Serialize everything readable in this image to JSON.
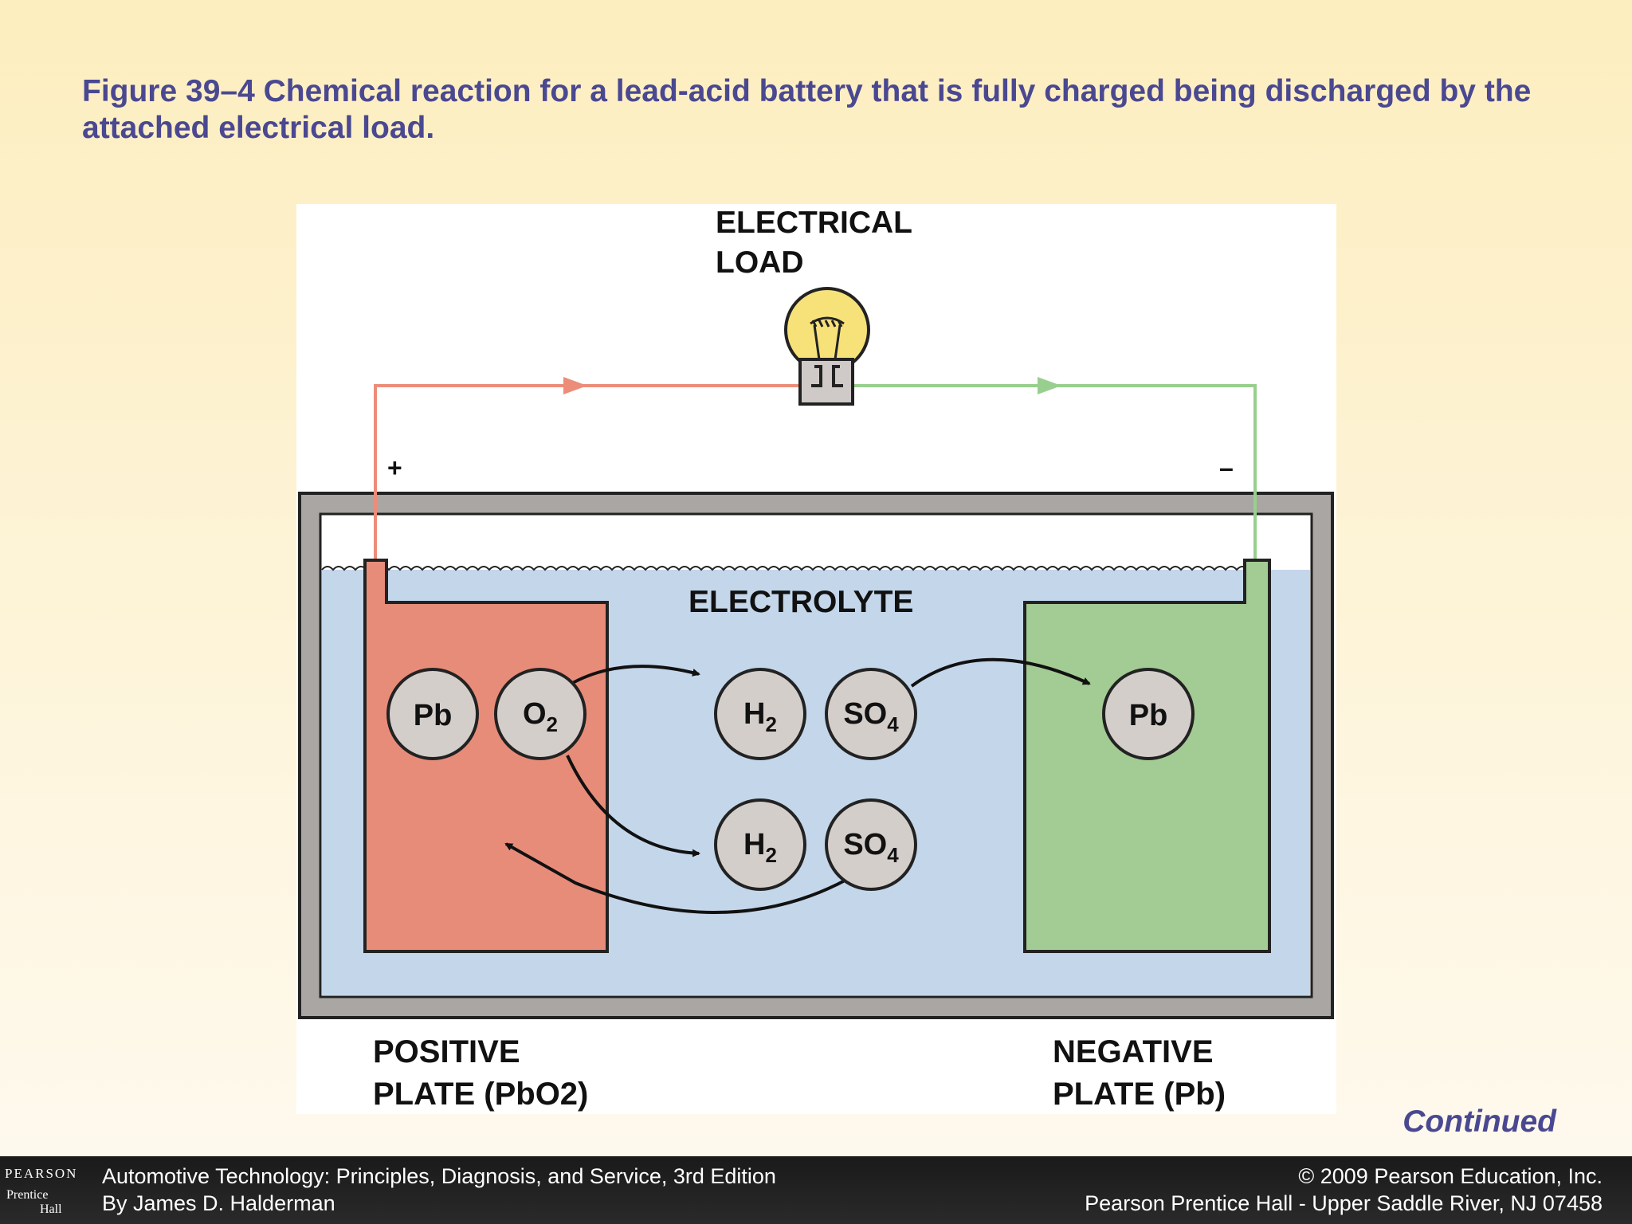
{
  "caption": "Figure 39–4  Chemical reaction for a lead-acid battery that is fully charged being discharged by the attached electrical load.",
  "diagram": {
    "load_label_line1": "ELECTRICAL",
    "load_label_line2": "LOAD",
    "plus_sign": "+",
    "minus_sign": "–",
    "electrolyte_label": "ELECTROLYTE",
    "molecules": {
      "pb_left": "Pb",
      "o2": "O",
      "o2_sub": "2",
      "h2_top": "H",
      "h2_top_sub": "2",
      "so4_top": "SO",
      "so4_top_sub": "4",
      "h2_bottom": "H",
      "h2_bottom_sub": "2",
      "so4_bottom": "SO",
      "so4_bottom_sub": "4",
      "pb_right": "Pb"
    },
    "positive_line1": "POSITIVE",
    "positive_line2": "PLATE (PbO2)",
    "negative_line1": "NEGATIVE",
    "negative_line2": "PLATE (Pb)",
    "colors": {
      "positive_plate": "#e88c7a",
      "negative_plate": "#a3cb94",
      "electrolyte": "#c4d6ea",
      "case": "#a9a6a3",
      "positive_wire": "#ec8d79",
      "negative_wire": "#98cf8e",
      "molecule": "#d4cecb",
      "bulb": "#f7e27a"
    }
  },
  "continued": "Continued",
  "footer": {
    "logo_brand": "PEARSON",
    "logo_sub1": "Prentice",
    "logo_sub2": "Hall",
    "left_line1": "Automotive Technology: Principles, Diagnosis, and Service, 3rd Edition",
    "left_line2": "By James D. Halderman",
    "right_line1": "© 2009 Pearson Education, Inc.",
    "right_line2": "Pearson Prentice Hall - Upper Saddle River, NJ 07458"
  }
}
